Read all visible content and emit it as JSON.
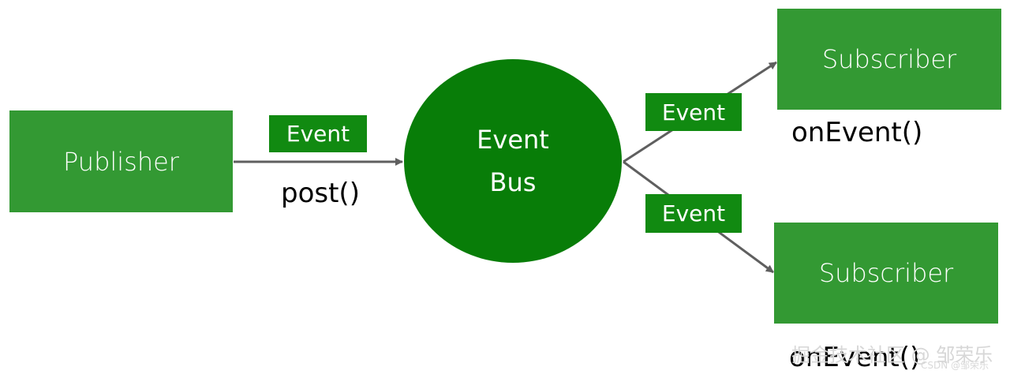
{
  "publisher": {
    "label": "Publisher"
  },
  "bus": {
    "line1": "Event",
    "line2": "Bus"
  },
  "post_event": {
    "label": "Event"
  },
  "post_method": {
    "label": "post()"
  },
  "subscriber_top": {
    "label": "Subscriber",
    "method": "onEvent()",
    "event": "Event"
  },
  "subscriber_bottom": {
    "label": "Subscriber",
    "method": "onEvent()",
    "event": "Event"
  },
  "watermark": {
    "main": "掘金技术社区 @ 邹荣乐",
    "small": "CSDN @邹荣乐"
  },
  "colors": {
    "node_green": "#339933",
    "bus_green": "#087d08",
    "arrow_gray": "#666666"
  }
}
